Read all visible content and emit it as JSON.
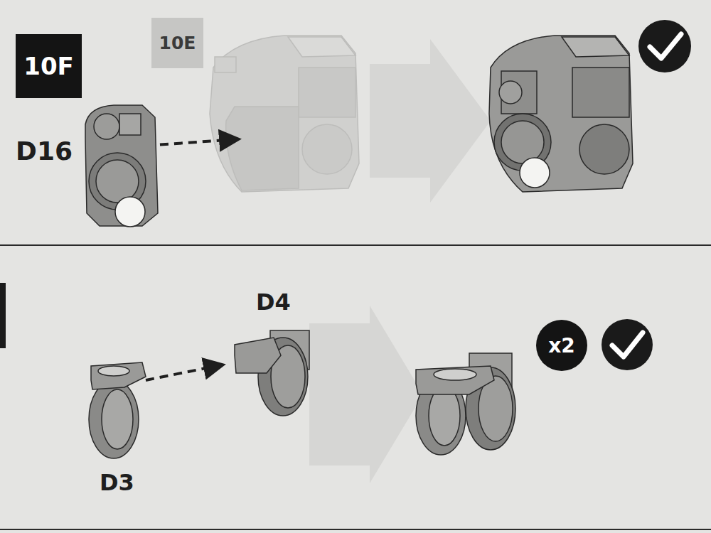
{
  "diagram": {
    "nodes": [
      {
        "text": [
          "10F"
        ]
      },
      {
        "text": [
          "10E"
        ]
      },
      {
        "text": [
          "x2"
        ]
      }
    ],
    "labels": [
      "D16",
      "D4",
      "D3"
    ]
  }
}
